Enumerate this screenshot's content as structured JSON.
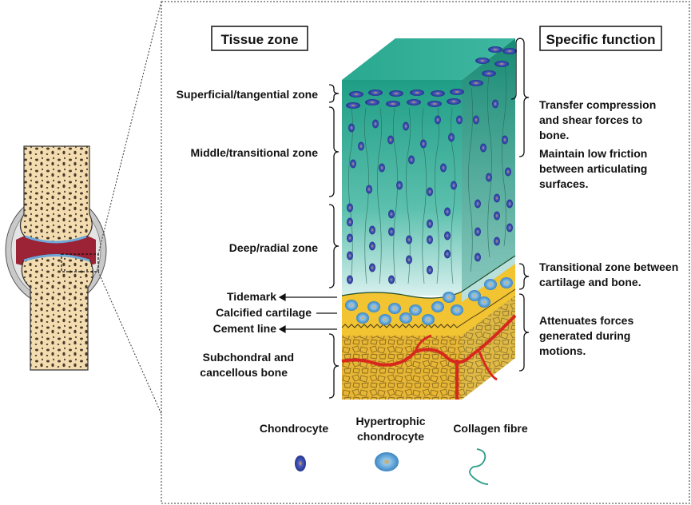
{
  "headers": {
    "tissue_zone": "Tissue zone",
    "specific_function": "Specific function"
  },
  "zones": {
    "superficial": "Superficial/tangential zone",
    "middle": "Middle/transitional zone",
    "deep": "Deep/radial zone",
    "tidemark": "Tidemark",
    "calcified": "Calcified cartilage",
    "cement": "Cement line",
    "subchondral_1": "Subchondral and",
    "subchondral_2": "cancellous bone"
  },
  "functions": {
    "f1": [
      "Transfer compression",
      "and shear forces to",
      "bone.",
      "Maintain low friction",
      "between articulating",
      "surfaces."
    ],
    "f2": [
      "Transitional zone between",
      "cartilage and bone."
    ],
    "f3": [
      "Attenuates forces",
      "generated during",
      "motions."
    ]
  },
  "legend": {
    "chondrocyte": "Chondrocyte",
    "hypertrophic_1": "Hypertrophic",
    "hypertrophic_2": "chondrocyte",
    "collagen": "Collagen fibre"
  },
  "colors": {
    "cartilage_top": "#1f9e86",
    "cartilage_bottom": "#d8f0ee",
    "calcified": "#f3c632",
    "bone": "#e6b634",
    "chondrocyte": "#3a4fb0",
    "hypertrophic": "#5aa7d8",
    "vessel": "#d8281e",
    "joint_bone": "#f3dcb0",
    "synovium": "#9b2335"
  }
}
